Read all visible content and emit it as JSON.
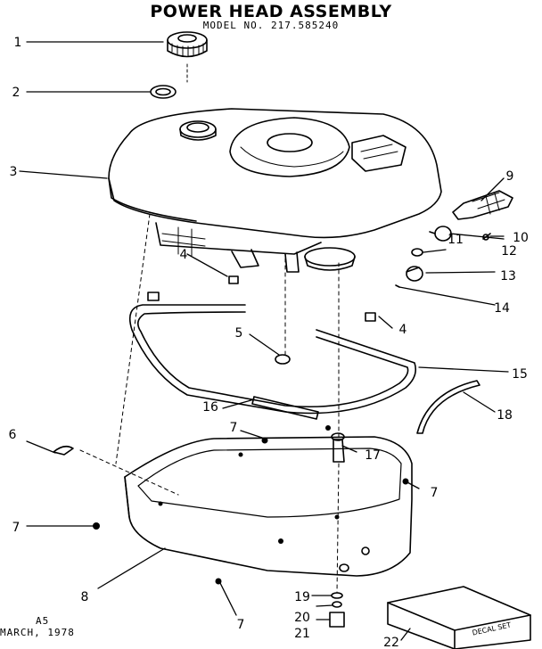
{
  "header": {
    "title": "POWER HEAD ASSEMBLY",
    "model": "MODEL NO. 217.585240"
  },
  "footer": {
    "code": "A5",
    "date": "MARCH, 1978"
  },
  "decal_text": "DECAL SET",
  "callouts": [
    "1",
    "2",
    "3",
    "4",
    "4",
    "5",
    "6",
    "7",
    "7",
    "7",
    "7",
    "8",
    "9",
    "10",
    "11",
    "12",
    "13",
    "14",
    "15",
    "16",
    "17",
    "18",
    "19",
    "20",
    "21",
    "22"
  ]
}
